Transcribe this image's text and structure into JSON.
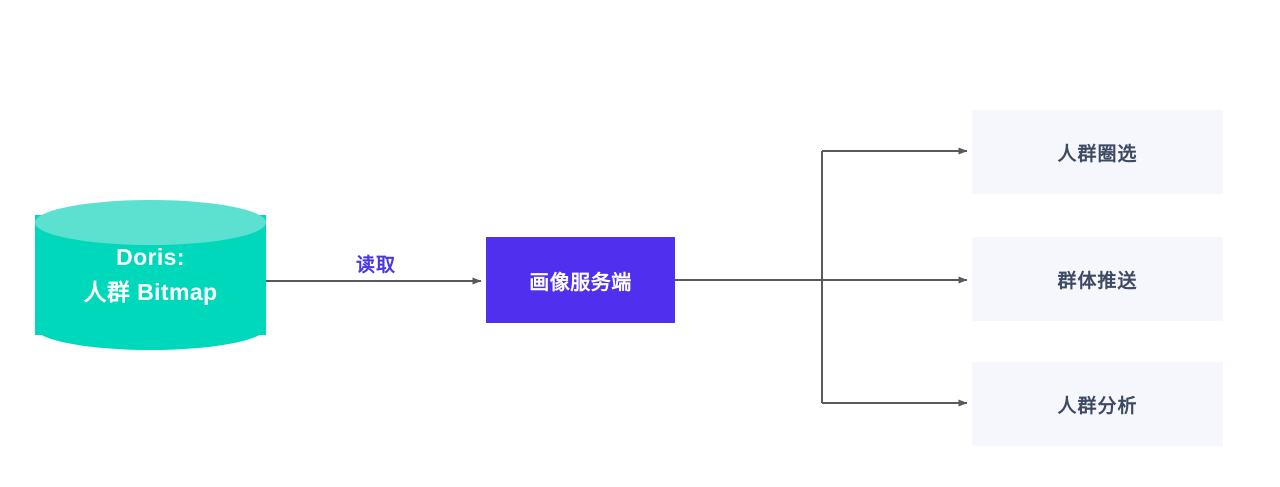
{
  "diagram": {
    "title": "Doris crowd bitmap profile service architecture",
    "background": "#ffffff",
    "source": {
      "shape": "cylinder",
      "name": "doris-bitmap-store",
      "line1": "Doris:",
      "line2": "人群 Bitmap",
      "body_color": "#00D8BC",
      "top_color": "#5CE0D0",
      "text_color": "#ffffff"
    },
    "edge_label": {
      "text": "读取",
      "color": "#4A36E8"
    },
    "service": {
      "label": "画像服务端",
      "fill": "#5030EE",
      "text_color": "#ffffff"
    },
    "outputs": [
      {
        "label": "人群圈选",
        "fill": "#F5F7FC",
        "text_color": "#3D4A63"
      },
      {
        "label": "群体推送",
        "fill": "#F5F7FC",
        "text_color": "#3D4A63"
      },
      {
        "label": "人群分析",
        "fill": "#F5F7FC",
        "text_color": "#3D4A63"
      }
    ],
    "connector_color": "#5A5A5A"
  }
}
